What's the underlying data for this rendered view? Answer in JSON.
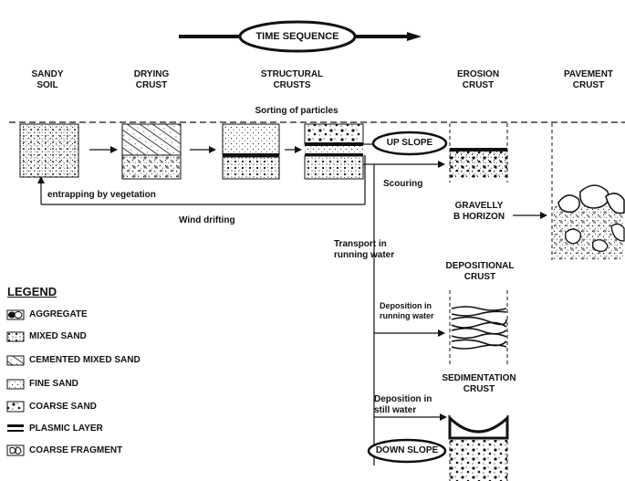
{
  "title": "TIME SEQUENCE",
  "stages": {
    "sandy_soil": [
      "SANDY",
      "SOIL"
    ],
    "drying_crust": [
      "DRYING",
      "CRUST"
    ],
    "structural_crusts": [
      "STRUCTURAL",
      "CRUSTS"
    ],
    "erosion_crust": [
      "EROSION",
      "CRUST"
    ],
    "pavement_crust": [
      "PAVEMENT",
      "CRUST"
    ]
  },
  "labels": {
    "sorting": "Sorting of particles",
    "up_slope": "UP SLOPE",
    "down_slope": "DOWN SLOPE",
    "entrapping": "entrapping by vegetation",
    "scouring": "Scouring",
    "wind_drifting": "Wind drifting",
    "gravelly": [
      "GRAVELLY",
      "B HORIZON"
    ],
    "transport": [
      "Transport in",
      "running water"
    ],
    "depositional": [
      "DEPOSITIONAL",
      "CRUST"
    ],
    "deposition_running": [
      "Deposition in",
      "running water"
    ],
    "sedimentation": [
      "SEDIMENTATION",
      "CRUST"
    ],
    "deposition_still": [
      "Deposition in",
      "still water"
    ]
  },
  "legend": {
    "title": "LEGEND",
    "items": [
      {
        "label": "AGGREGATE",
        "icon": "aggregate-icon"
      },
      {
        "label": "MIXED SAND",
        "icon": "mixed-sand-icon"
      },
      {
        "label": "CEMENTED MIXED SAND",
        "icon": "cemented-mixed-sand-icon"
      },
      {
        "label": "FINE SAND",
        "icon": "fine-sand-icon"
      },
      {
        "label": "COARSE SAND",
        "icon": "coarse-sand-icon"
      },
      {
        "label": "PLASMIC LAYER",
        "icon": "plasmic-layer-icon"
      },
      {
        "label": "COARSE FRAGMENT",
        "icon": "coarse-fragment-icon"
      }
    ]
  }
}
